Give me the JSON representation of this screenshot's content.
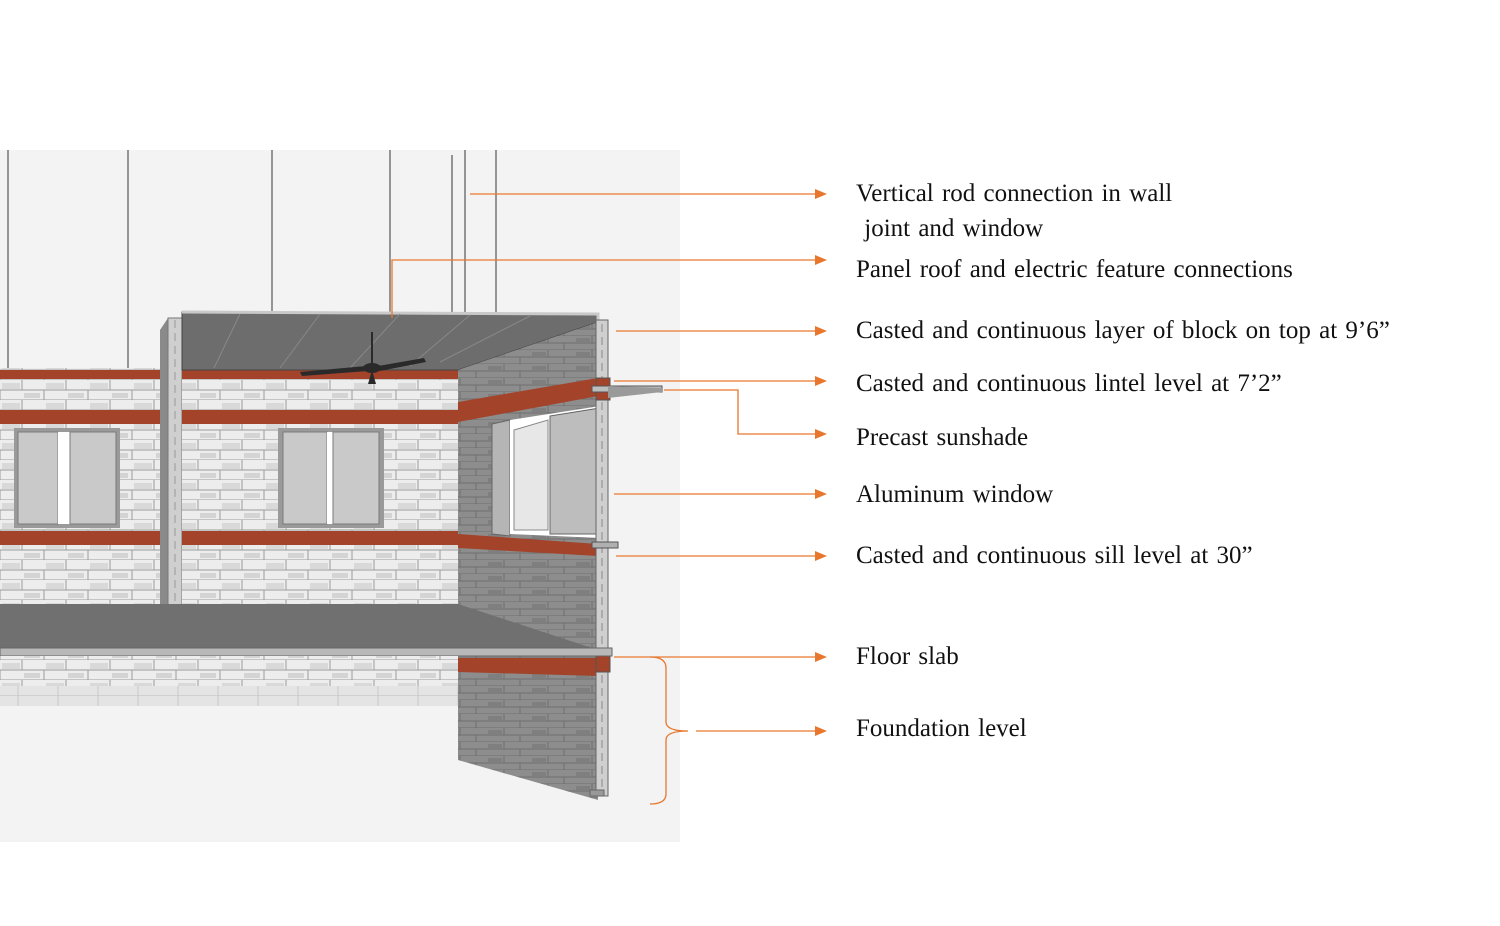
{
  "colors": {
    "leader": "#e8772e",
    "brick_band": "#a3432a",
    "block_face": "#ececec",
    "block_shade": "#8f8f8f",
    "roof": "#6d6d6d",
    "slab": "#707070",
    "panel_bg": "#f3f3f3"
  },
  "labels": {
    "vertical_rod_line1": "Vertical rod connection  in wall",
    "vertical_rod_line2": " joint and window",
    "panel_roof": "Panel roof and electric  feature connections",
    "top_layer": "Casted and continuous   layer of block on top at 9’6”",
    "lintel": "Casted and continuous   lintel level at 7’2”",
    "sunshade": "Precast  sunshade",
    "window": "Aluminum  window",
    "sill": "Casted and continuous   sill level at 30”",
    "floor_slab": "Floor slab",
    "foundation": "Foundation  level"
  }
}
